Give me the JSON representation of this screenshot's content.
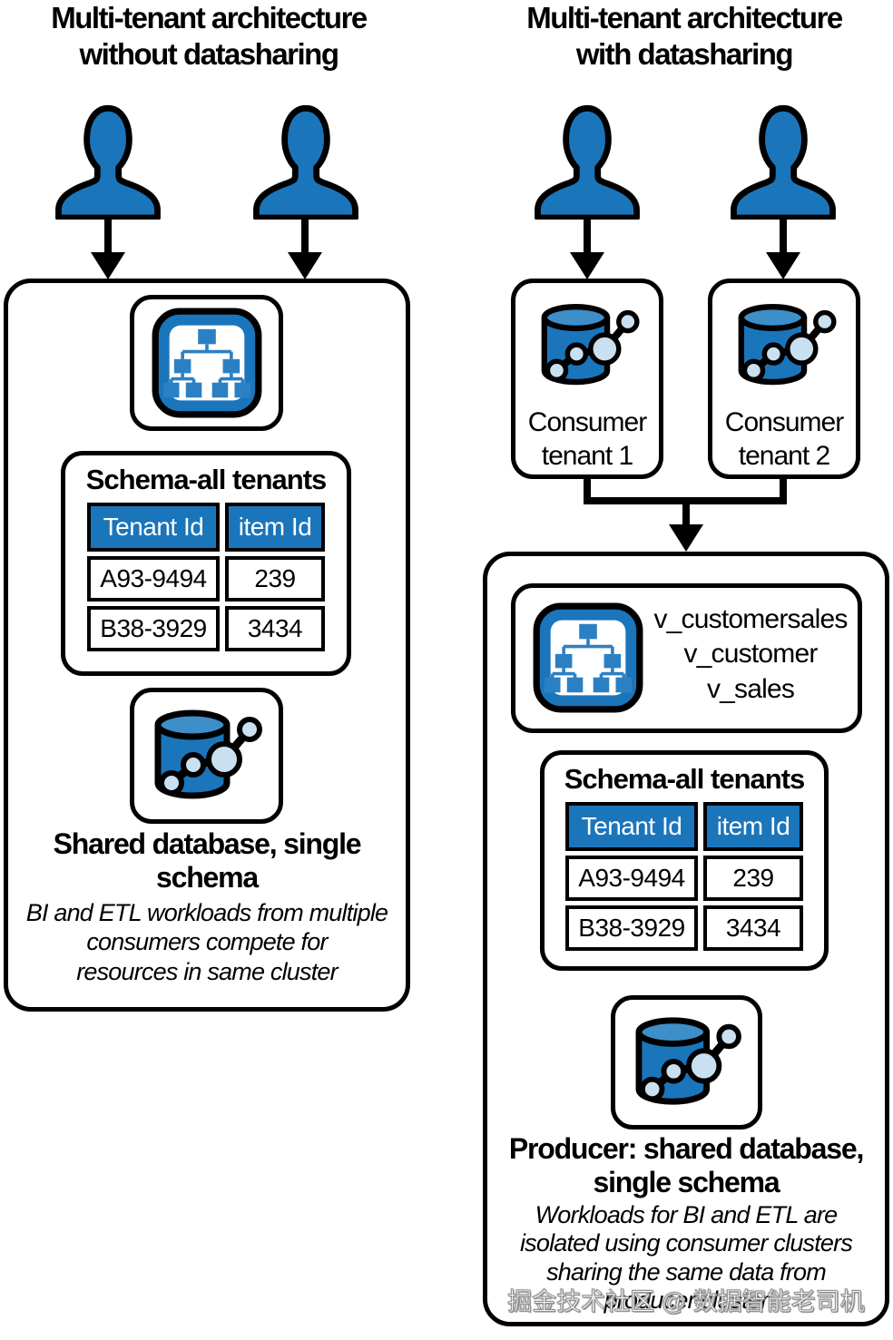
{
  "colors": {
    "primary_blue": "#1b75bb",
    "cylinder_top_blue": "#3d8ec9",
    "node_fill_light_blue": "#c9e0f0",
    "outline_black": "#000000",
    "table_header_text": "#ffffff",
    "watermark_text": "#ffffff"
  },
  "icons": {
    "user": "person-bust-icon",
    "schema": "schema-hierarchy-icon",
    "database": "database-share-icon"
  },
  "left": {
    "title": "Multi-tenant architecture\nwithout datasharing",
    "schema_panel": {
      "title": "Schema-all tenants",
      "table": {
        "headers": [
          "Tenant Id",
          "item Id"
        ],
        "rows": [
          [
            "A93-9494",
            "239"
          ],
          [
            "B38-3929",
            "3434"
          ]
        ]
      }
    },
    "caption_bold": "Shared database, single\nschema",
    "caption_italic": "BI and ETL workloads from multiple\nconsumers compete for\nresources in same cluster"
  },
  "right": {
    "title": "Multi-tenant architecture\nwith datasharing",
    "consumers": [
      {
        "label": "Consumer\ntenant 1"
      },
      {
        "label": "Consumer\ntenant 2"
      }
    ],
    "views": "v_customersales\nv_customer\nv_sales",
    "schema_panel": {
      "title": "Schema-all tenants",
      "table": {
        "headers": [
          "Tenant Id",
          "item Id"
        ],
        "rows": [
          [
            "A93-9494",
            "239"
          ],
          [
            "B38-3929",
            "3434"
          ]
        ]
      }
    },
    "caption_bold": "Producer: shared database,\nsingle schema",
    "caption_italic": "Workloads for BI and ETL are\nisolated using consumer clusters\nsharing the same data from\nproducer cluster"
  },
  "watermark": "掘金技术社区 @ 数据智能老司机"
}
